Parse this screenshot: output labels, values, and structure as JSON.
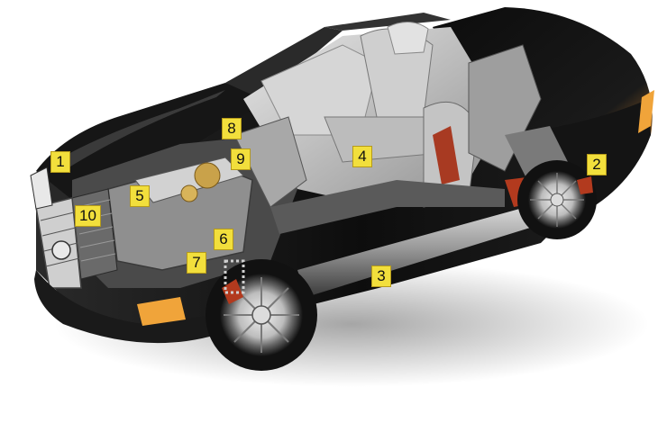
{
  "callouts": [
    {
      "id": "1",
      "label": "1"
    },
    {
      "id": "2",
      "label": "2"
    },
    {
      "id": "3",
      "label": "3"
    },
    {
      "id": "4",
      "label": "4"
    },
    {
      "id": "5",
      "label": "5"
    },
    {
      "id": "6",
      "label": "6"
    },
    {
      "id": "7",
      "label": "7"
    },
    {
      "id": "8",
      "label": "8"
    },
    {
      "id": "9",
      "label": "9"
    },
    {
      "id": "10",
      "label": "10"
    }
  ],
  "colors": {
    "callout_fill": "#f2df3c",
    "callout_border": "#b59a1a",
    "body_black": "#121212",
    "chrome": "#c9c9c9",
    "interior_grey": "#bdbdbd",
    "brake_red": "#b23a1e",
    "indicator_amber": "#f0a43a",
    "background": "#ffffff"
  }
}
